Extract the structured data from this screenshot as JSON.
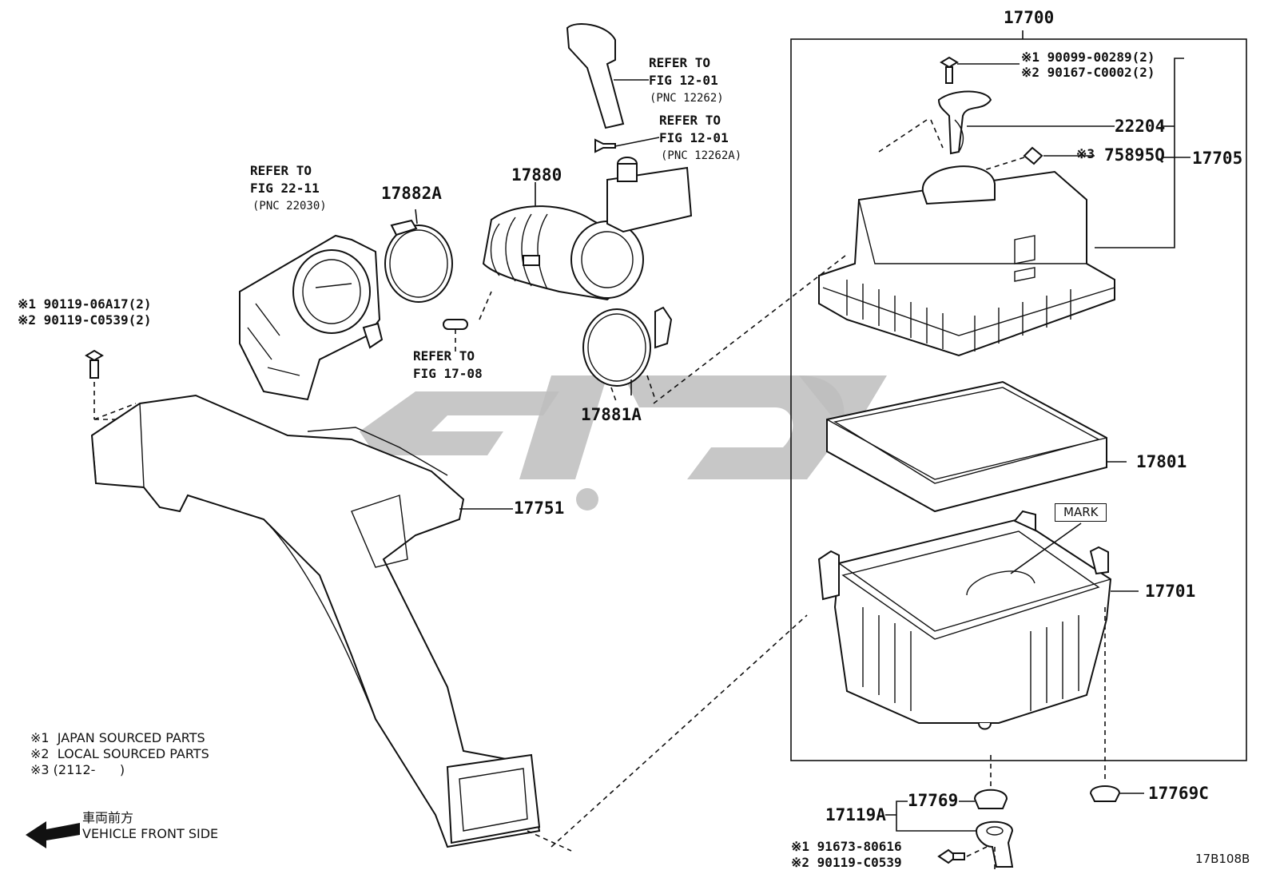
{
  "diagram_code": "17B108B",
  "assembly": {
    "pn": "17700",
    "sub_pn": "17705"
  },
  "parts": {
    "p22204": "22204",
    "p75895Q": "75895Q",
    "p17801": "17801",
    "p17701": "17701",
    "p17751": "17751",
    "p17880": "17880",
    "p17882A": "17882A",
    "p17881A": "17881A",
    "p17769": "17769",
    "p17769C": "17769C",
    "p17119A": "17119A"
  },
  "mark_label": "MARK",
  "callouts": {
    "top_screw_1": "※1 90099-00289(2)",
    "top_screw_2": "※2 90167-C0002(2)",
    "clip_3": "※3",
    "left_bolt_1": "※1 90119-06A17(2)",
    "left_bolt_2": "※2 90119-C0539(2)",
    "bottom_bolt_1": "※1 91673-80616",
    "bottom_bolt_2": "※2 90119-C0539"
  },
  "refs": {
    "ref_a": {
      "line1": "REFER TO",
      "line2": "FIG 12-01",
      "line3": "(PNC 12262)"
    },
    "ref_b": {
      "line1": "REFER TO",
      "line2": "FIG 12-01",
      "line3": "(PNC 12262A)"
    },
    "ref_c": {
      "line1": "REFER TO",
      "line2": "FIG 22-11",
      "line3": "(PNC 22030)"
    },
    "ref_d": {
      "line1": "REFER TO",
      "line2": "FIG 17-08"
    }
  },
  "legend": {
    "line1": "※1  JAPAN SOURCED PARTS",
    "line2": "※2  LOCAL SOURCED PARTS",
    "line3": "※3 (2112-      )"
  },
  "direction": {
    "jp": "車両前方",
    "en": "VEHICLE FRONT SIDE"
  }
}
